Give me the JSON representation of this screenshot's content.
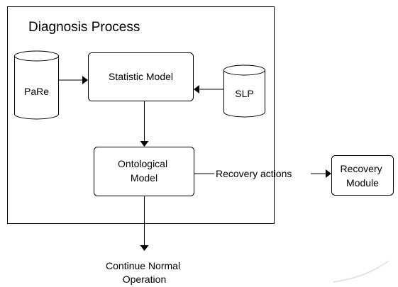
{
  "diagram": {
    "container_title": "Diagnosis Process",
    "nodes": {
      "pare": "PaRe",
      "statistic_model": "Statistic Model",
      "slp": "SLP",
      "ontological_model": [
        "Ontological",
        "Model"
      ],
      "recovery_module": [
        "Recovery",
        "Module"
      ],
      "continue_normal_operation": [
        "Continue Normal",
        "Operation"
      ]
    },
    "edges": {
      "recovery_actions_label": "Recovery actions"
    }
  },
  "colors": {
    "stroke": "#000000",
    "fill": "#ffffff"
  }
}
